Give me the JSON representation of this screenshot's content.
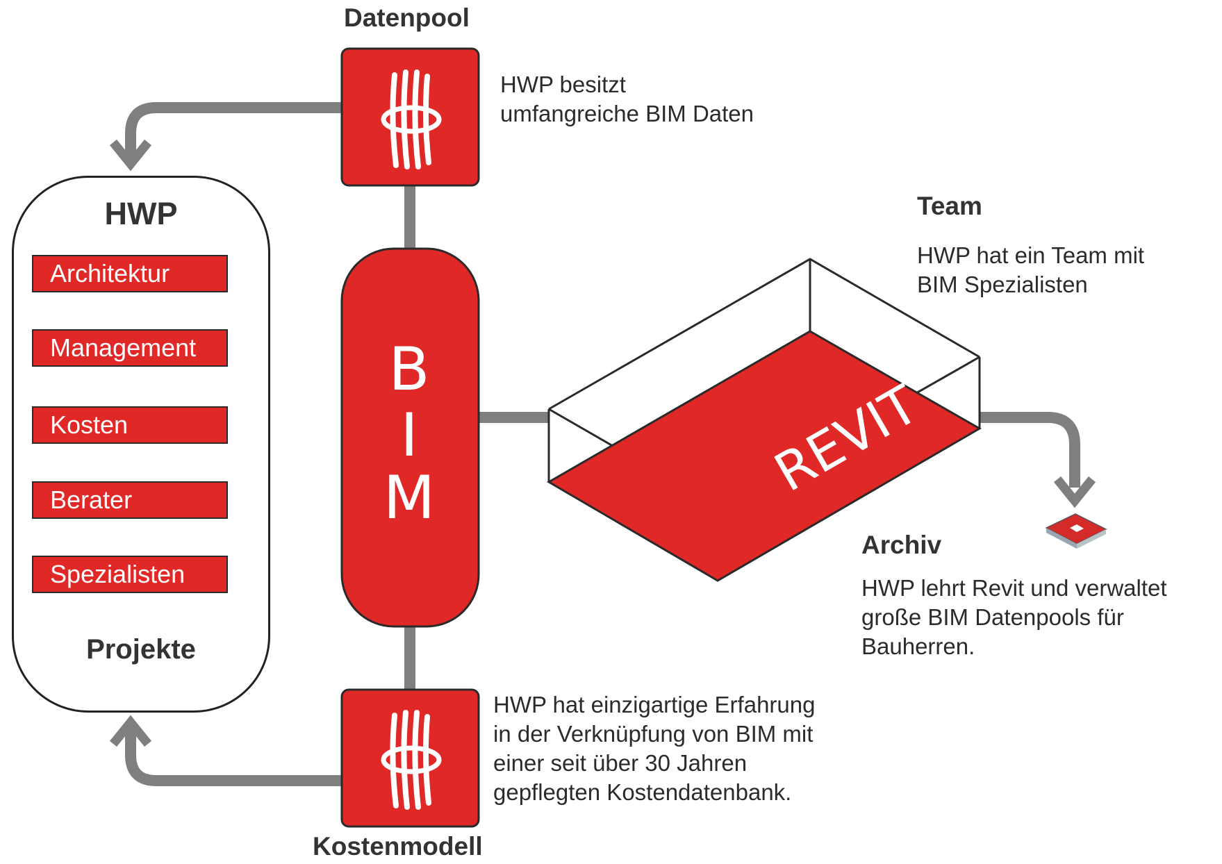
{
  "datenpool": {
    "heading": "Datenpool",
    "description": [
      "HWP besitzt",
      "umfangreiche BIM Daten"
    ]
  },
  "hwp": {
    "title": "HWP",
    "departments": [
      "Architektur",
      "Management",
      "Kosten",
      "Berater",
      "Spezialisten"
    ],
    "footer": "Projekte"
  },
  "bim": {
    "letters": [
      "B",
      "I",
      "M"
    ]
  },
  "team": {
    "heading": "Team",
    "description": [
      "HWP hat ein Team mit",
      "BIM Spezialisten"
    ]
  },
  "revit": {
    "label": "REVIT"
  },
  "archiv": {
    "heading": "Archiv",
    "description": [
      "HWP lehrt Revit  und verwaltet",
      "große BIM Datenpools für",
      "Bauherren."
    ]
  },
  "kostenmodell": {
    "heading": "Kostenmodell",
    "description": [
      "HWP hat einzigartige Erfahrung",
      "in der Verknüpfung von BIM mit",
      "einer seit über 30 Jahren",
      "gepflegten Kostendatenbank."
    ]
  },
  "colors": {
    "brand_red": "#e02827",
    "connector_gray": "#7f7f7f",
    "text_dark": "#333333"
  },
  "icons": [
    "hwp-logo-icon",
    "archive-chip-icon",
    "arrow-down-icon",
    "arrow-up-icon"
  ]
}
